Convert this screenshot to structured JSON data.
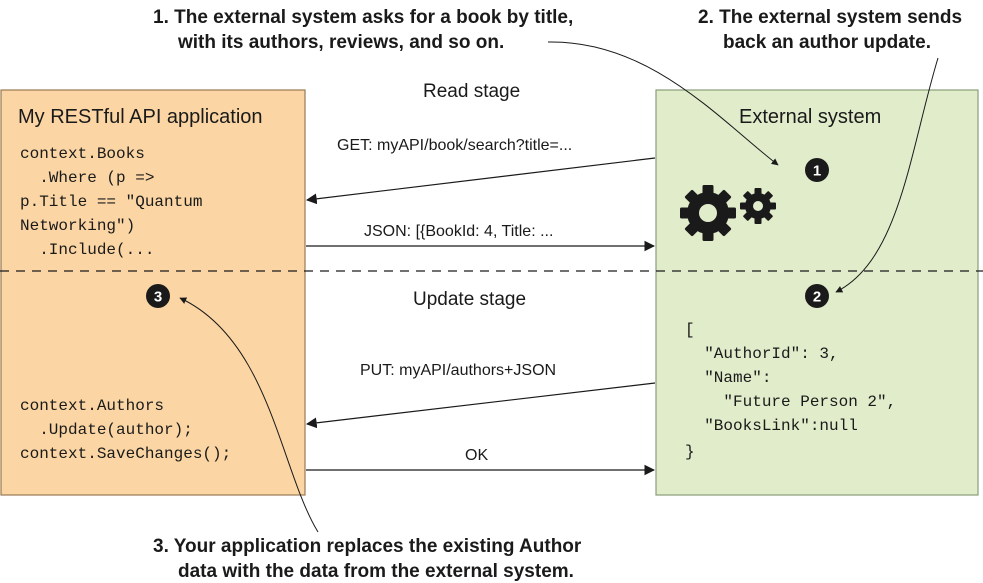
{
  "colors": {
    "left_box_fill": "#fbd6a4",
    "left_box_stroke": "#9a7a55",
    "right_box_fill": "#e1eccb",
    "right_box_stroke": "#8a9c78",
    "badge": "#1a1a1a",
    "ink": "#1a1a1a"
  },
  "annotations": {
    "note1_line1": "1. The external system asks for a book by title,",
    "note1_line2": "with its authors, reviews, and so on.",
    "note2_line1": "2. The external system sends",
    "note2_line2": "back an author update.",
    "note3_line1": "3. Your application replaces the existing Author",
    "note3_line2": "data with the data from the external system."
  },
  "left_box": {
    "title": "My RESTful API application",
    "read_code": [
      "context.Books",
      "  .Where (p =>",
      "p.Title == \"Quantum",
      "Networking\")",
      "  .Include(..."
    ],
    "update_code": [
      "context.Authors",
      "  .Update(author);",
      "context.SaveChanges();"
    ]
  },
  "right_box": {
    "title": "External system",
    "gear_icon": "gears-icon",
    "json_lines": [
      "[",
      "  \"AuthorId\": 3,",
      "  \"Name\":",
      "    \"Future Person 2\",",
      "  \"BooksLink\":null",
      "}"
    ]
  },
  "stages": {
    "read": "Read stage",
    "update": "Update stage"
  },
  "messages": {
    "get": "GET: myAPI/book/search?title=...",
    "json": "JSON: [{BookId: 4, Title: ...",
    "put": "PUT: myAPI/authors+JSON",
    "ok": "OK"
  },
  "badges": {
    "one": "1",
    "two": "2",
    "three": "3"
  }
}
